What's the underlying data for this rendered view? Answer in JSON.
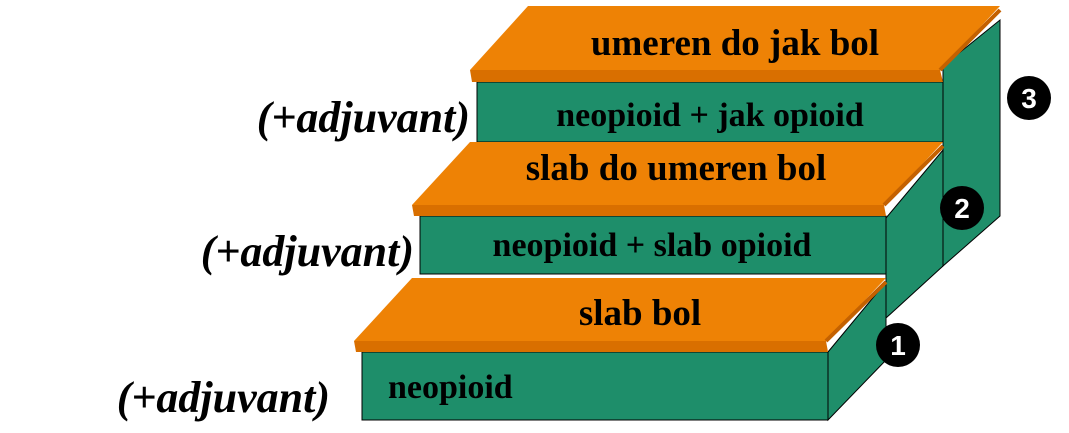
{
  "colors": {
    "top": "#ee8205",
    "top_edge": "#d96f00",
    "front": "#1e8e6a",
    "side": "#1f8e6a",
    "outline": "#000000"
  },
  "steps": [
    {
      "number": "1",
      "top_label": "slab bol",
      "front_label": "neopioid",
      "adjuvant_label": "(+adjuvant)"
    },
    {
      "number": "2",
      "top_label": "slab do umeren bol",
      "front_label": "neopioid + slab opioid",
      "adjuvant_label": "(+adjuvant)"
    },
    {
      "number": "3",
      "top_label": "umeren do jak bol",
      "front_label": "neopioid + jak opioid",
      "adjuvant_label": "(+adjuvant)"
    }
  ]
}
